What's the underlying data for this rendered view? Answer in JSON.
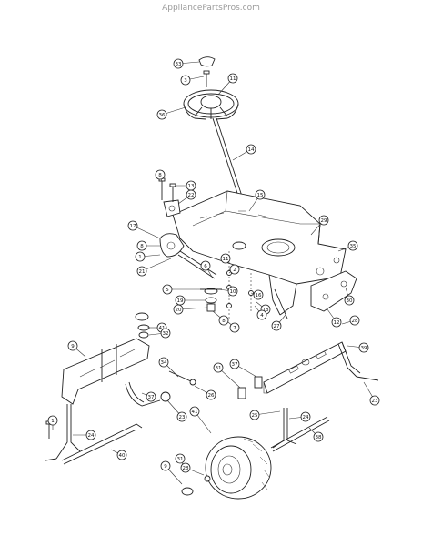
{
  "watermark": "AppliancePartsPros.com",
  "callouts": [
    {
      "id": "33",
      "label": "33"
    },
    {
      "id": "3a",
      "label": "3"
    },
    {
      "id": "11a",
      "label": "11"
    },
    {
      "id": "36",
      "label": "36"
    },
    {
      "id": "14",
      "label": "14"
    },
    {
      "id": "8a",
      "label": "8"
    },
    {
      "id": "13",
      "label": "13"
    },
    {
      "id": "22",
      "label": "22"
    },
    {
      "id": "15",
      "label": "15"
    },
    {
      "id": "29",
      "label": "29"
    },
    {
      "id": "17",
      "label": "17"
    },
    {
      "id": "8b",
      "label": "8"
    },
    {
      "id": "1a",
      "label": "1"
    },
    {
      "id": "21",
      "label": "21"
    },
    {
      "id": "11b",
      "label": "11"
    },
    {
      "id": "2",
      "label": "2"
    },
    {
      "id": "16",
      "label": "16"
    },
    {
      "id": "5",
      "label": "5"
    },
    {
      "id": "19",
      "label": "19"
    },
    {
      "id": "20",
      "label": "20"
    },
    {
      "id": "10",
      "label": "10"
    },
    {
      "id": "18",
      "label": "18"
    },
    {
      "id": "4",
      "label": "4"
    },
    {
      "id": "8c",
      "label": "8"
    },
    {
      "id": "7",
      "label": "7"
    },
    {
      "id": "27a",
      "label": "27"
    },
    {
      "id": "35",
      "label": "35"
    },
    {
      "id": "30",
      "label": "30"
    },
    {
      "id": "12",
      "label": "12"
    },
    {
      "id": "28",
      "label": "28"
    },
    {
      "id": "37",
      "label": "37"
    },
    {
      "id": "41a",
      "label": "41"
    },
    {
      "id": "32",
      "label": "32"
    },
    {
      "id": "9",
      "label": "9"
    },
    {
      "id": "39",
      "label": "39"
    },
    {
      "id": "34",
      "label": "34"
    },
    {
      "id": "31",
      "label": "31"
    },
    {
      "id": "37b",
      "label": "37"
    },
    {
      "id": "25",
      "label": "25"
    },
    {
      "id": "26",
      "label": "26"
    },
    {
      "id": "23a",
      "label": "23"
    },
    {
      "id": "23b",
      "label": "23"
    },
    {
      "id": "38",
      "label": "38"
    },
    {
      "id": "41b",
      "label": "41"
    },
    {
      "id": "24a",
      "label": "24"
    },
    {
      "id": "24b",
      "label": "24"
    },
    {
      "id": "28b",
      "label": "28"
    },
    {
      "id": "40",
      "label": "40"
    },
    {
      "id": "6",
      "label": "6"
    },
    {
      "id": "9b",
      "label": "9"
    },
    {
      "id": "1b",
      "label": "1"
    },
    {
      "id": "31b",
      "label": "31"
    }
  ]
}
